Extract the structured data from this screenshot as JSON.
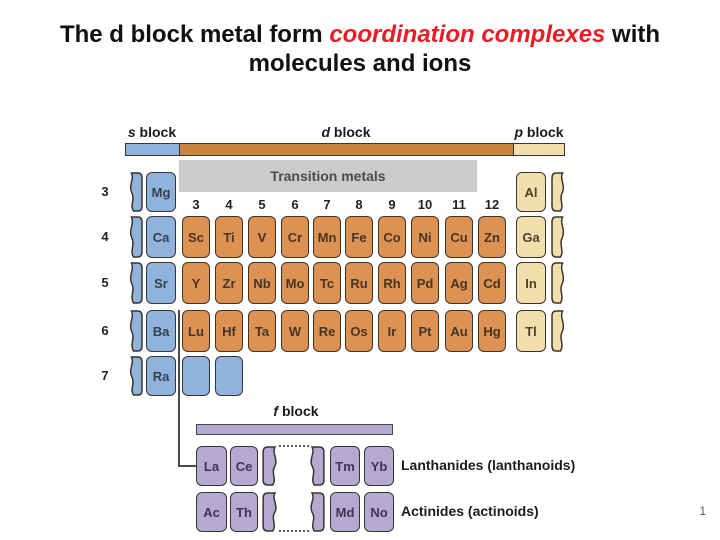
{
  "title": {
    "line1_prefix": "The d block metal form ",
    "line1_highlight": "coordination complexes",
    "line1_suffix": " with",
    "line2": "molecules and ions"
  },
  "page_number": "1",
  "labels": {
    "transition_metals": "Transition metals",
    "lanthanides": "Lanthanides (lanthanoids)",
    "actinides": "Actinides (actinoids)"
  },
  "blocks": {
    "s": {
      "letter": "s",
      "word": " block"
    },
    "d": {
      "letter": "d",
      "word": " block"
    },
    "p": {
      "letter": "p",
      "word": " block"
    },
    "f": {
      "letter": "f",
      "word": " block"
    }
  },
  "period_numbers": [
    "3",
    "4",
    "5",
    "6",
    "7"
  ],
  "group_numbers": [
    "3",
    "4",
    "5",
    "6",
    "7",
    "8",
    "9",
    "10",
    "11",
    "12"
  ],
  "elements": {
    "s_block": [
      "Mg",
      "Ca",
      "Sr",
      "Ba",
      "Ra"
    ],
    "d_block": [
      [
        "Sc",
        "Ti",
        "V",
        "Cr",
        "Mn",
        "Fe",
        "Co",
        "Ni",
        "Cu",
        "Zn"
      ],
      [
        "Y",
        "Zr",
        "Nb",
        "Mo",
        "Tc",
        "Ru",
        "Rh",
        "Pd",
        "Ag",
        "Cd"
      ],
      [
        "Lu",
        "Hf",
        "Ta",
        "W",
        "Re",
        "Os",
        "Ir",
        "Pt",
        "Au",
        "Hg"
      ]
    ],
    "p_block": [
      "Al",
      "Ga",
      "In",
      "Tl"
    ],
    "f_block": [
      {
        "left": [
          "La",
          "Ce"
        ],
        "right": [
          "Tm",
          "Yb"
        ]
      },
      {
        "left": [
          "Ac",
          "Th"
        ],
        "right": [
          "Md",
          "No"
        ]
      }
    ]
  },
  "colors": {
    "s_block": "#8fb3dc",
    "d_block_cell": "#dd9152",
    "d_block_bar": "#c9843e",
    "p_block": "#f3dfae",
    "f_block": "#b4aad1",
    "band_gray": "#cccbca",
    "border": "#3a342c",
    "title_highlight": "#ed1c24"
  }
}
